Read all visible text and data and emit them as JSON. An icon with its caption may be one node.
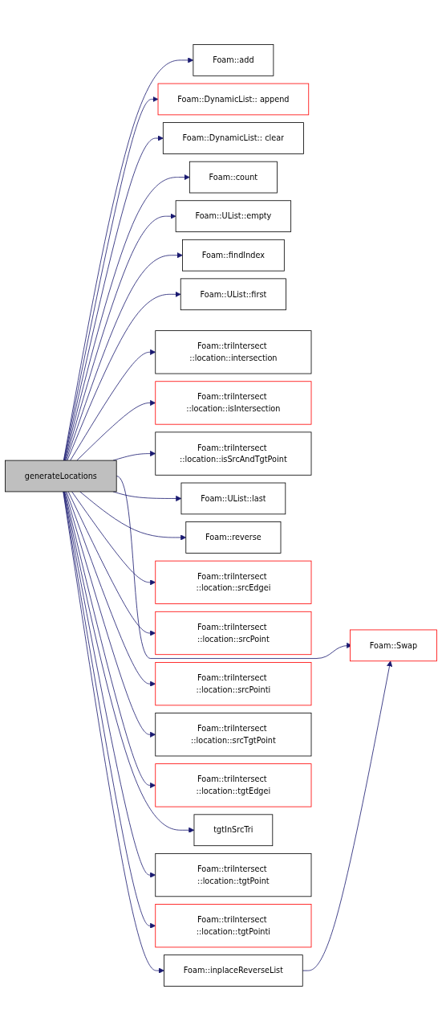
{
  "diagram": {
    "nodes": [
      {
        "text": [
          "generateLocations"
        ]
      },
      {
        "text": [
          "Foam::add"
        ]
      },
      {
        "text": [
          "Foam::DynamicList:: append"
        ]
      },
      {
        "text": [
          "Foam::DynamicList:: clear"
        ]
      },
      {
        "text": [
          "Foam::count"
        ]
      },
      {
        "text": [
          "Foam::UList::empty"
        ]
      },
      {
        "text": [
          "Foam::findIndex"
        ]
      },
      {
        "text": [
          "Foam::UList::first"
        ]
      },
      {
        "text": [
          "Foam::inplaceReverseList"
        ]
      },
      {
        "text": [
          "Foam::Swap"
        ]
      },
      {
        "text": [
          "Foam::triIntersect ::location::intersection"
        ]
      },
      {
        "text": [
          "Foam::triIntersect ::location::isIntersection"
        ]
      },
      {
        "text": [
          "Foam::triIntersect ::location::isSrcAndTgtPoint"
        ]
      },
      {
        "text": [
          "Foam::UList::last"
        ]
      },
      {
        "text": [
          "Foam::reverse"
        ]
      },
      {
        "text": [
          "Foam::triIntersect ::location::srcEdgei"
        ]
      },
      {
        "text": [
          "Foam::triIntersect ::location::srcPoint"
        ]
      },
      {
        "text": [
          "Foam::triIntersect ::location::srcPointi"
        ]
      },
      {
        "text": [
          "Foam::triIntersect ::location::srcTgtPoint"
        ]
      },
      {
        "text": [
          "Foam::triIntersect ::location::tgtEdgei"
        ]
      },
      {
        "text": [
          "tgtInSrcTri"
        ]
      },
      {
        "text": [
          "Foam::triIntersect ::location::tgtPoint"
        ]
      },
      {
        "text": [
          "Foam::triIntersect ::location::tgtPointi"
        ]
      }
    ],
    "edges": [
      {
        "from": 0,
        "to": 1,
        "arrow": "to"
      },
      {
        "from": 0,
        "to": 2,
        "arrow": "to"
      },
      {
        "from": 0,
        "to": 3,
        "arrow": "to"
      },
      {
        "from": 0,
        "to": 4,
        "arrow": "to"
      },
      {
        "from": 0,
        "to": 5,
        "arrow": "to"
      },
      {
        "from": 0,
        "to": 6,
        "arrow": "to"
      },
      {
        "from": 0,
        "to": 7,
        "arrow": "to"
      },
      {
        "from": 0,
        "to": 8,
        "arrow": "to"
      },
      {
        "from": 0,
        "to": 9,
        "arrow": "to"
      },
      {
        "from": 8,
        "to": 9,
        "arrow": "to"
      },
      {
        "from": 0,
        "to": 10,
        "arrow": "to"
      },
      {
        "from": 0,
        "to": 11,
        "arrow": "to"
      },
      {
        "from": 0,
        "to": 12,
        "arrow": "to"
      },
      {
        "from": 0,
        "to": 13,
        "arrow": "to"
      },
      {
        "from": 0,
        "to": 14,
        "arrow": "to"
      },
      {
        "from": 0,
        "to": 15,
        "arrow": "to"
      },
      {
        "from": 0,
        "to": 16,
        "arrow": "to"
      },
      {
        "from": 0,
        "to": 17,
        "arrow": "to"
      },
      {
        "from": 0,
        "to": 18,
        "arrow": "to"
      },
      {
        "from": 0,
        "to": 19,
        "arrow": "to"
      },
      {
        "from": 0,
        "to": 20,
        "arrow": "to"
      },
      {
        "from": 0,
        "to": 21,
        "arrow": "to"
      },
      {
        "from": 0,
        "to": 22,
        "arrow": "to"
      }
    ]
  }
}
